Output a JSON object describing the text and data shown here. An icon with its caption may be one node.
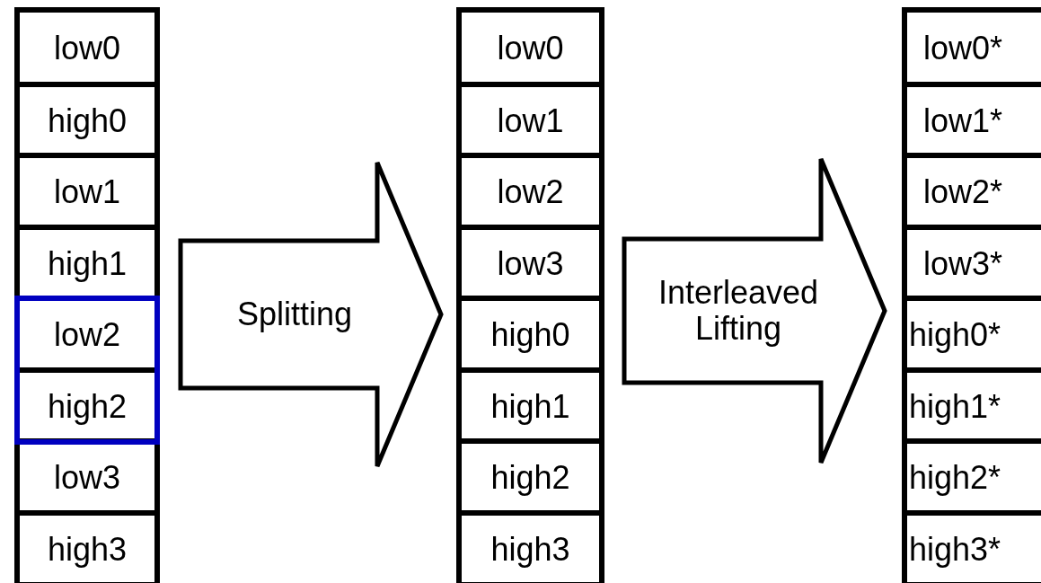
{
  "diagram": {
    "nodes": [
      {
        "text": [],
        "shape": "box"
      },
      {
        "text": [
          "low0"
        ],
        "in": 0
      },
      {
        "text": [
          "high0"
        ],
        "in": 0
      },
      {
        "text": [
          "low1"
        ],
        "in": 0
      },
      {
        "text": [
          "high1"
        ],
        "in": 0
      },
      {
        "text": [
          "low2"
        ],
        "in": 0
      },
      {
        "text": [
          "high2"
        ],
        "in": 0
      },
      {
        "text": [
          "low3"
        ],
        "in": 0
      },
      {
        "text": [
          "high3"
        ],
        "in": 0
      },
      {
        "text": [
          "Splitting"
        ]
      },
      {
        "text": [],
        "shape": "box"
      },
      {
        "text": [
          "low0"
        ],
        "in": 10
      },
      {
        "text": [
          "low1"
        ],
        "in": 10
      },
      {
        "text": [
          "low2"
        ],
        "in": 10
      },
      {
        "text": [
          "low3"
        ],
        "in": 10
      },
      {
        "text": [
          "high0"
        ],
        "in": 10
      },
      {
        "text": [
          "high1"
        ],
        "in": 10
      },
      {
        "text": [
          "high2"
        ],
        "in": 10
      },
      {
        "text": [
          "high3"
        ],
        "in": 10
      },
      {
        "text": [
          "Interleaved Lifting"
        ]
      },
      {
        "text": [],
        "shape": "box"
      },
      {
        "text": [
          "low0*"
        ],
        "in": 20
      },
      {
        "text": [
          "low1*"
        ],
        "in": 20
      },
      {
        "text": [
          "low2*"
        ],
        "in": 20
      },
      {
        "text": [
          "low3*"
        ],
        "in": 20
      },
      {
        "text": [
          "high0*"
        ],
        "in": 20
      },
      {
        "text": [
          "high1*"
        ],
        "in": 20
      },
      {
        "text": [
          "high2*"
        ],
        "in": 20
      },
      {
        "text": [
          "high3*"
        ],
        "in": 20
      }
    ]
  }
}
